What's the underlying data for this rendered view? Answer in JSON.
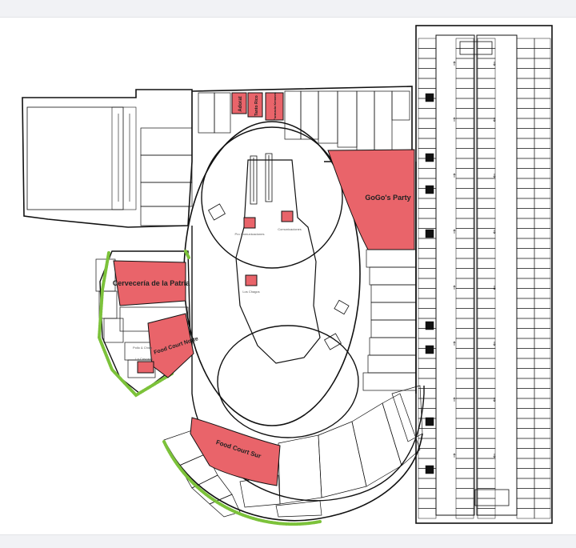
{
  "map": {
    "type": "mall floor plan",
    "colors": {
      "highlight": "#e9646a",
      "wall": "#111111",
      "greenery": "#7cc23a",
      "background": "#ffffff",
      "page": "#f1f2f5"
    },
    "highlighted_stores": {
      "cerveceria": "Cervecería de la Patria",
      "food_court_norte": "Food Court Norte",
      "food_court_sur": "Food Court Sur",
      "gogos": "GoGo's Party",
      "top_red_1": "Adorat",
      "top_red_2": "Tanto Rico",
      "top_red_3": "Farmacia Kemmer"
    },
    "small_labels": {
      "atrium_1": "Pro Comunicaciones",
      "atrium_2": "Comunicaciones",
      "atrium_3": "Los Chagos",
      "kiosk_a": "Pollo & Chica",
      "kiosk_b": "La Cascada"
    }
  }
}
